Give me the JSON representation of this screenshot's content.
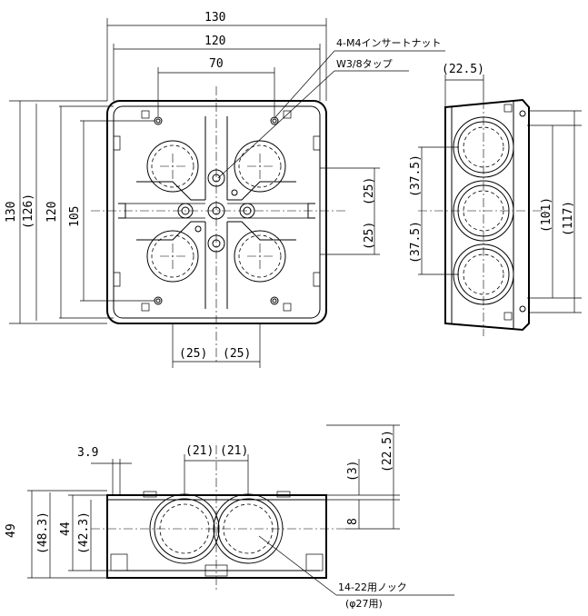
{
  "top_view": {
    "dim_130": "130",
    "dim_120": "120",
    "dim_70": "70",
    "dim_v130": "130",
    "dim_v126": "(126)",
    "dim_v120": "120",
    "dim_v105": "105",
    "dim_25_right_top": "(25)",
    "dim_25_right_bot": "(25)",
    "dim_25_bot_left": "(25)",
    "dim_25_bot_right": "(25)"
  },
  "side_view": {
    "dim_22_5": "(22.5)",
    "dim_37_5_top": "(37.5)",
    "dim_37_5_bot": "(37.5)",
    "dim_101": "(101)",
    "dim_117": "(117)"
  },
  "front_view": {
    "dim_3_9": "3.9",
    "dim_21_left": "(21)",
    "dim_21_right": "(21)",
    "dim_3": "(3)",
    "dim_22_5": "(22.5)",
    "dim_8": "8",
    "dim_49": "49",
    "dim_48_3": "(48.3)",
    "dim_44": "44",
    "dim_42_3": "(42.3)"
  },
  "notes": {
    "insert_nut": "4-M4インサートナット",
    "tap": "W3/8タップ",
    "knock": "14-22用ノック",
    "knock_dia": "(φ27用)"
  }
}
